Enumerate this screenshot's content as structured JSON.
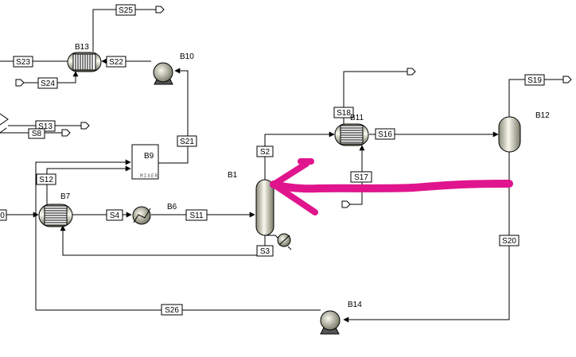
{
  "streams": {
    "S2": "S2",
    "S3": "S3",
    "S4": "S4",
    "S8": "S8",
    "S11": "S11",
    "S12": "S12",
    "S13": "S13",
    "S16": "S16",
    "S17": "S17",
    "S18": "S18",
    "S19": "S19",
    "S20": "S20",
    "S21": "S21",
    "S22": "S22",
    "S23": "S23",
    "S24": "S24",
    "S25": "S25",
    "S26": "S26",
    "S0": "0"
  },
  "blocks": {
    "B1": "B1",
    "B6": "B6",
    "B7": "B7",
    "B9": "B9",
    "B10": "B10",
    "B11": "B11",
    "B12": "B12",
    "B13": "B13",
    "B14": "B14"
  },
  "mixer_text": "MIXER",
  "colors": {
    "annotation": "#e0148c",
    "equipment_light": "#f4f4e8",
    "equipment_dark": "#8a8a78"
  }
}
